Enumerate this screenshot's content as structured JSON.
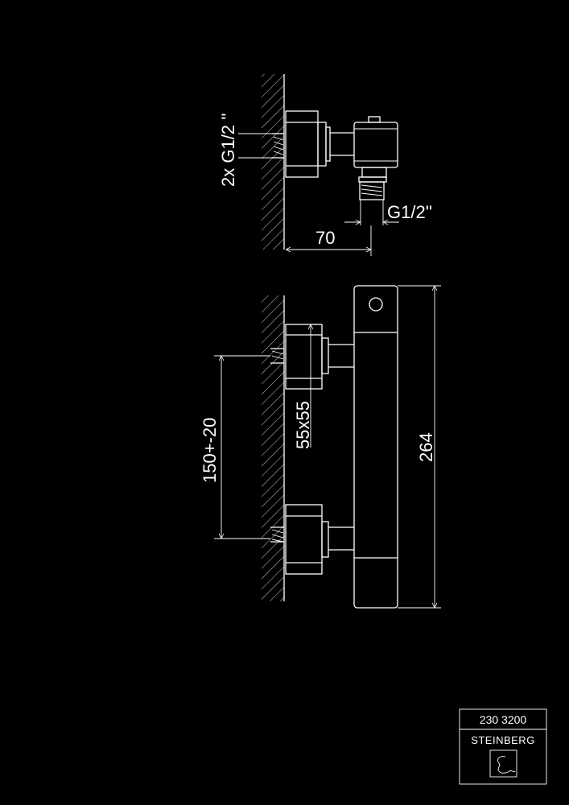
{
  "drawing": {
    "top_view": {
      "inlet_thread_label": "2x G1/2 ''",
      "outlet_thread_label": "G1/2''",
      "depth_dimension": "70"
    },
    "front_view": {
      "inlet_spacing_dimension": "150+-20",
      "escutcheon_dimension": "55x55",
      "height_dimension": "264"
    }
  },
  "title_block": {
    "article_number": "230 3200",
    "brand": "STEINBERG",
    "logo": "steinberg-logo-icon"
  },
  "colors": {
    "background": "#000000",
    "lines": "#ffffff"
  }
}
